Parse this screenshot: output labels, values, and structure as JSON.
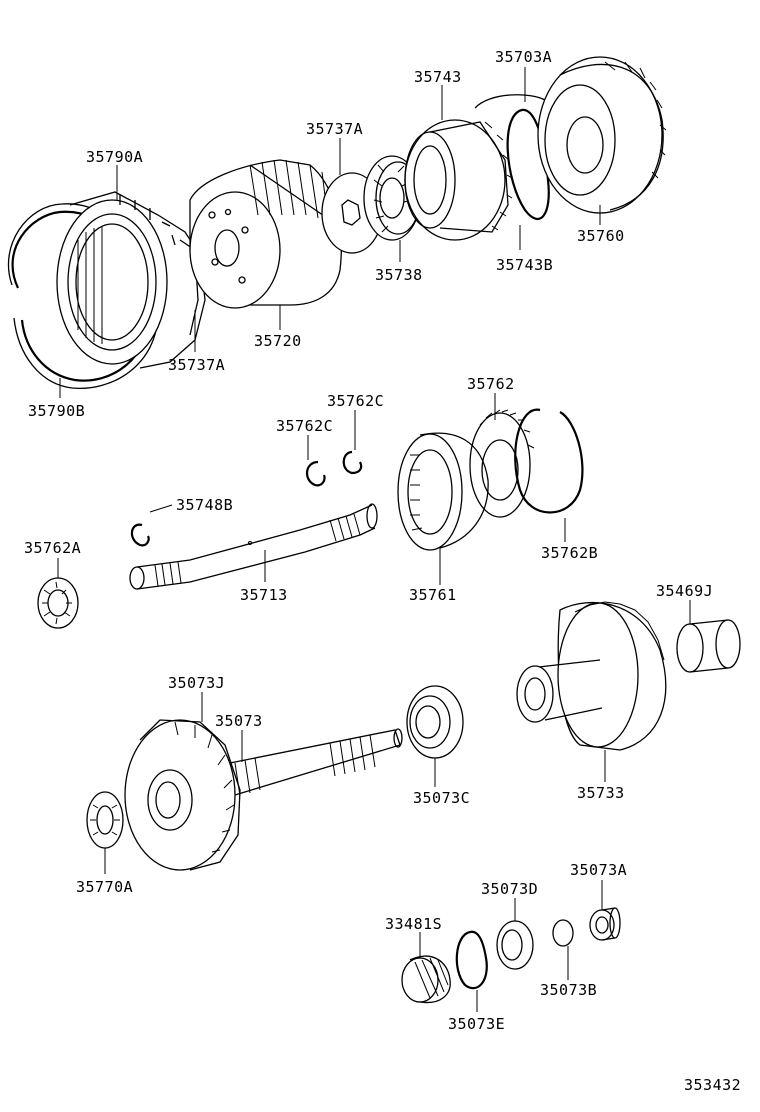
{
  "labels": {
    "p35703A": "35703A",
    "p35743": "35743",
    "p35737A_top": "35737A",
    "p35790A": "35790A",
    "p35760": "35760",
    "p35738": "35738",
    "p35743B": "35743B",
    "p35720": "35720",
    "p35737A_bottom": "35737A",
    "p35790B": "35790B",
    "p35762": "35762",
    "p35762C_right": "35762C",
    "p35762C_left": "35762C",
    "p35748B": "35748B",
    "p35762A": "35762A",
    "p35762B": "35762B",
    "p35713": "35713",
    "p35761": "35761",
    "p35469J": "35469J",
    "p35073J": "35073J",
    "p35073": "35073",
    "p35073C": "35073C",
    "p35733": "35733",
    "p35770A": "35770A",
    "p35073A": "35073A",
    "p35073D": "35073D",
    "p33481S": "33481S",
    "p35073B": "35073B",
    "p35073E": "35073E",
    "diagram_id": "353432"
  }
}
